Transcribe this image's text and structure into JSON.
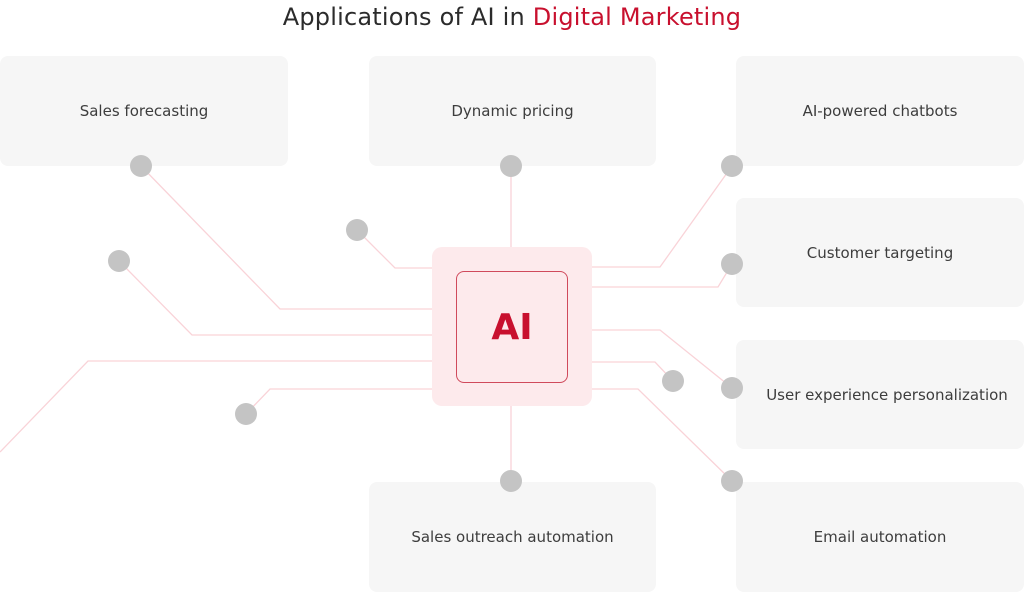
{
  "header": {
    "title_prefix": "Applications of AI in ",
    "title_accent": "Digital Marketing",
    "accent_color": "#c8102e"
  },
  "hub": {
    "label": "AI",
    "fill_color": "#fdeaec",
    "border_color": "#d04a5c"
  },
  "applications": [
    {
      "label": "Sales forecasting"
    },
    {
      "label": "Dynamic pricing"
    },
    {
      "label": "AI-powered chatbots"
    },
    {
      "label": "Customer targeting"
    },
    {
      "label": "User experience personalization"
    },
    {
      "label": "Email automation"
    },
    {
      "label": "Sales outreach automation"
    }
  ],
  "colors": {
    "box_bg": "#f6f6f6",
    "connector_line": "#f9d3d8",
    "node_dot": "#c4c4c4",
    "text": "#3d3d3d"
  }
}
